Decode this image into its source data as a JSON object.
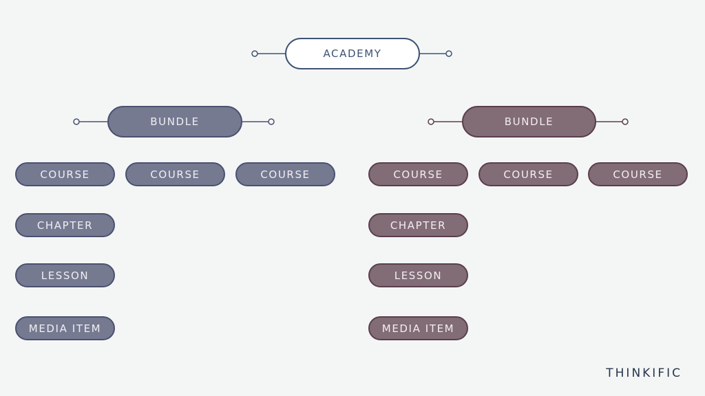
{
  "root": {
    "label": "ACADEMY"
  },
  "branches": [
    {
      "bundle": "BUNDLE",
      "courses": [
        "COURSE",
        "COURSE",
        "COURSE"
      ],
      "chapter": "CHAPTER",
      "lesson": "LESSON",
      "media_item": "MEDIA ITEM",
      "color": "#757a91",
      "border_color": "#4b5070"
    },
    {
      "bundle": "BUNDLE",
      "courses": [
        "COURSE",
        "COURSE",
        "COURSE"
      ],
      "chapter": "CHAPTER",
      "lesson": "LESSON",
      "media_item": "MEDIA ITEM",
      "color": "#826c76",
      "border_color": "#5a3e4c"
    }
  ],
  "brand": {
    "name": "THINKIFIC",
    "color": "#26344c"
  },
  "colors": {
    "background": "#f4f6f6",
    "root_border": "#3e5272"
  }
}
